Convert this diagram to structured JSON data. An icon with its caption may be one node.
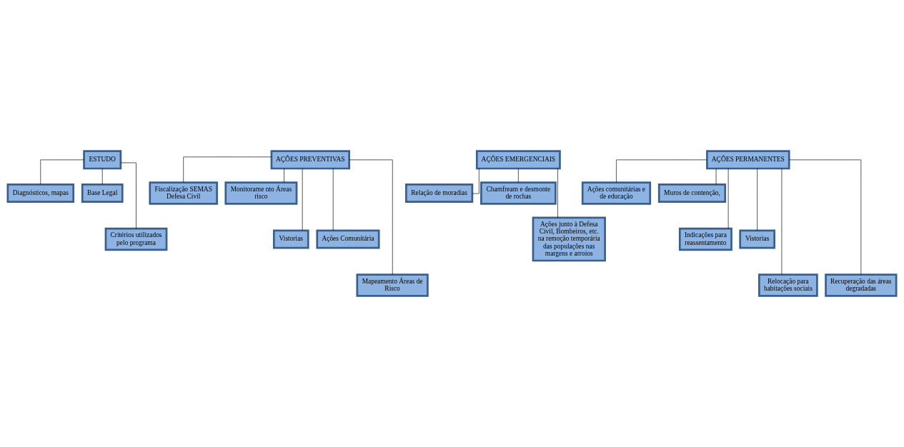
{
  "diagram": {
    "nodes": [
      {
        "text": [
          "ESTUDO"
        ]
      },
      {
        "text": [
          "Diagnósticos, mapas"
        ]
      },
      {
        "text": [
          "Base Legal"
        ]
      },
      {
        "text": [
          "Critérios utilizados pelo programa"
        ]
      },
      {
        "text": [
          "AÇÕES PREVENTIVAS"
        ]
      },
      {
        "text": [
          "Fiscalização SEMAS Defesa Civil"
        ]
      },
      {
        "text": [
          "Monitorame nto Áreas risco"
        ]
      },
      {
        "text": [
          "Vistorias"
        ]
      },
      {
        "text": [
          "Ações Comunitária"
        ]
      },
      {
        "text": [
          "Mapeamento Áreas de Risco"
        ]
      },
      {
        "text": [
          "AÇÕES EMERGENCIAIS"
        ]
      },
      {
        "text": [
          "Relação de moradias"
        ]
      },
      {
        "text": [
          "Chamfream e desmonte de rochas"
        ]
      },
      {
        "text": [
          "Ações junto à Defesa Civil, Bombeiros, etc. na remoção temporária das populações nas margens e arroios"
        ]
      },
      {
        "text": [
          "AÇÕES PERMANENTES"
        ]
      },
      {
        "text": [
          "Ações comunitárias e de educação"
        ]
      },
      {
        "text": [
          "Muros de contenção,"
        ]
      },
      {
        "text": [
          "Indicações para reassentamento"
        ]
      },
      {
        "text": [
          "Vistorias"
        ]
      },
      {
        "text": [
          "Relocação para habitações sociais"
        ]
      },
      {
        "text": [
          "Recuperação das áreas degradadas"
        ]
      }
    ],
    "edges": [
      {
        "from": 0,
        "to": 1,
        "arrow": "none"
      },
      {
        "from": 0,
        "to": 2,
        "arrow": "none"
      },
      {
        "from": 0,
        "to": 3,
        "arrow": "none"
      },
      {
        "from": 4,
        "to": 5,
        "arrow": "none"
      },
      {
        "from": 4,
        "to": 6,
        "arrow": "none"
      },
      {
        "from": 4,
        "to": 7,
        "arrow": "none"
      },
      {
        "from": 4,
        "to": 8,
        "arrow": "none"
      },
      {
        "from": 4,
        "to": 9,
        "arrow": "none"
      },
      {
        "from": 10,
        "to": 11,
        "arrow": "none"
      },
      {
        "from": 10,
        "to": 12,
        "arrow": "none"
      },
      {
        "from": 10,
        "to": 13,
        "arrow": "none"
      },
      {
        "from": 14,
        "to": 15,
        "arrow": "none"
      },
      {
        "from": 14,
        "to": 16,
        "arrow": "none"
      },
      {
        "from": 14,
        "to": 17,
        "arrow": "none"
      },
      {
        "from": 14,
        "to": 18,
        "arrow": "none"
      },
      {
        "from": 14,
        "to": 19,
        "arrow": "none"
      },
      {
        "from": 14,
        "to": 20,
        "arrow": "none"
      }
    ]
  }
}
